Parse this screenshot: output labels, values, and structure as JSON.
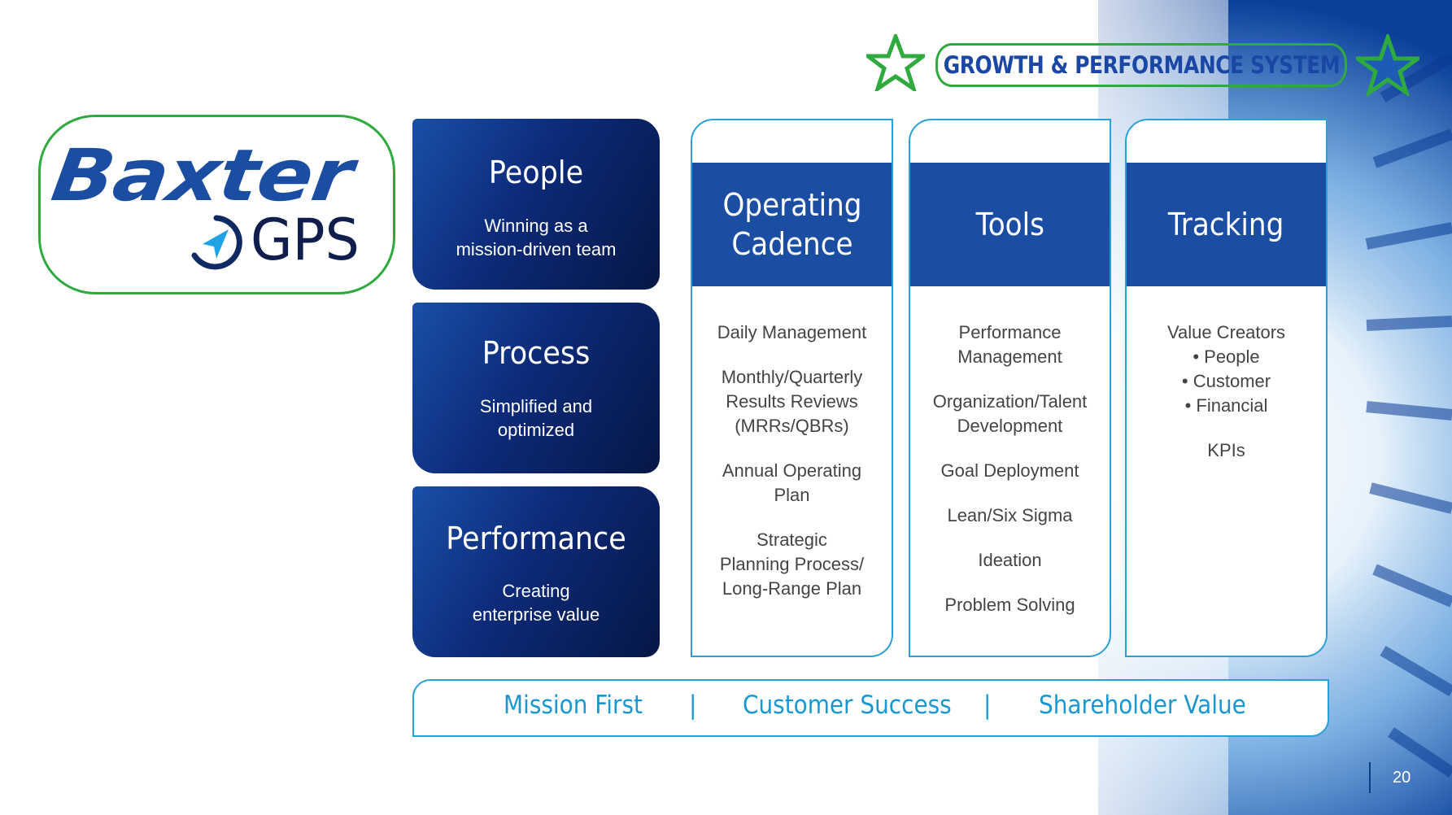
{
  "header": {
    "title": "GROWTH & PERFORMANCE SYSTEM"
  },
  "logo": {
    "brand": "Baxter",
    "product": "GPS"
  },
  "pillars": [
    {
      "title": "People",
      "subtitle": "Winning as a\nmission-driven team"
    },
    {
      "title": "Process",
      "subtitle": "Simplified and\noptimized"
    },
    {
      "title": "Performance",
      "subtitle": "Creating\nenterprise value"
    }
  ],
  "columns": [
    {
      "title": "Operating\nCadence",
      "items": [
        "Daily Management",
        "Monthly/Quarterly\nResults Reviews\n(MRRs/QBRs)",
        "Annual Operating\nPlan",
        "Strategic\nPlanning Process/\nLong-Range Plan"
      ]
    },
    {
      "title": "Tools",
      "items": [
        "Performance\nManagement",
        "Organization/Talent\nDevelopment",
        "Goal Deployment",
        "Lean/Six Sigma",
        "Ideation",
        "Problem Solving"
      ]
    },
    {
      "title": "Tracking",
      "items": [
        "Value Creators\n• People\n• Customer\n• Financial",
        "KPIs"
      ]
    }
  ],
  "values_bar": {
    "items": [
      "Mission First",
      "Customer Success",
      "Shareholder Value"
    ],
    "separator": "|"
  },
  "page_number": "20",
  "colors": {
    "navy": "#0c2a78",
    "blue": "#1b4ea3",
    "accent_cyan": "#1897d4",
    "highlight_green": "#2eaa3f"
  }
}
